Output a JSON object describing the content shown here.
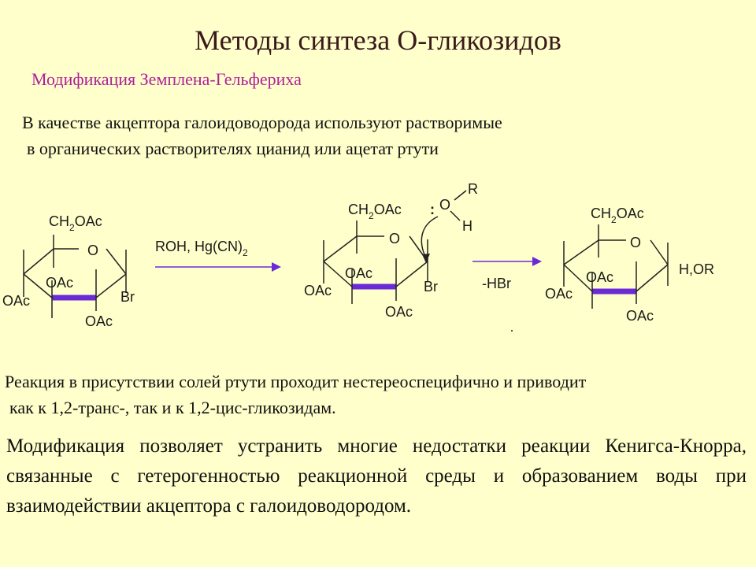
{
  "title": "Методы синтеза О-гликозидов",
  "subtitle": "Модификация Земплена-Гельфериха",
  "paragraph1": {
    "line1": "В качестве акцептора галоидоводорода используют растворимые",
    "line2": "в органических растворителях цианид или ацетат ртути"
  },
  "paragraph2": {
    "line1": "Реакция в присутствии солей ртути проходит нестереоспецифично и приводит",
    "line2": "как к 1,2-транс-, так и к 1,2-цис-гликозидам."
  },
  "paragraph3": "Модификация позволяет устранить многие недостатки реакции Кенигса-Кнорра, связанные с гетерогенностью реакционной среды и образованием воды при взаимодействии акцептора с галоидоводородом.",
  "scheme": {
    "mol1": {
      "ch2": "CH",
      "sub2": "2",
      "oac": "OAc",
      "o": "O",
      "oac_left": "OAc",
      "oac_mid": "OAc",
      "oac_bottom": "OAc",
      "br": "Br"
    },
    "reagent": {
      "main": "ROH, Hg(CN)",
      "sub": "2"
    },
    "mol2": {
      "ch2": "CH",
      "sub2": "2",
      "oac": "OAc",
      "o": "O",
      "oac_left": "OAc",
      "oac_mid": "OAc",
      "oac_bottom": "OAc",
      "br": "Br"
    },
    "alcohol": {
      "colon": ":",
      "o": "O",
      "r": "R",
      "h": "H"
    },
    "step2": "-HBr",
    "mol3": {
      "ch2": "CH",
      "sub2": "2",
      "oac": "OAc",
      "o": "O",
      "oac_left": "OAc",
      "oac_mid": "OAc",
      "oac_bottom": "OAc",
      "anomeric": "H,OR"
    }
  },
  "colors": {
    "background": "#FFFFCC",
    "subtitle": "#b0209a",
    "bond_bold": "#6a2bd6",
    "arrow": "#6a2bd6"
  }
}
